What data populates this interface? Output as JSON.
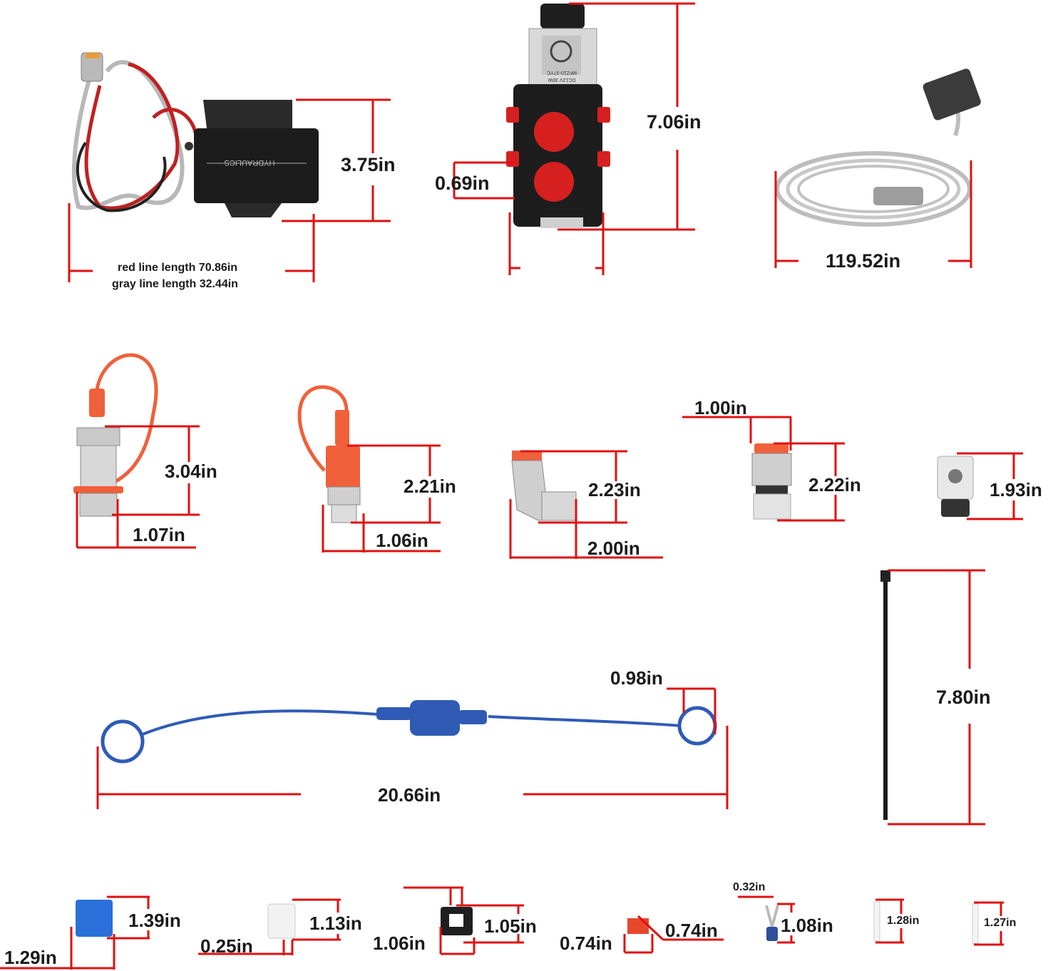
{
  "control_box": {
    "label": "HYDRAULICS",
    "height": "3.75in",
    "note_red": "red line length 70.86in",
    "note_gray": "gray line length 32.44in"
  },
  "valve": {
    "coil_text": [
      "MFZ10-37YC",
      "DC12V 36W"
    ],
    "height": "7.06in",
    "port": "0.69in"
  },
  "cable": {
    "length": "119.52in"
  },
  "coupler_female": {
    "height": "3.04in",
    "width": "1.07in"
  },
  "coupler_male": {
    "height": "2.21in",
    "width": "1.06in"
  },
  "elbow_fitting": {
    "height": "2.23in",
    "width": "2.00in"
  },
  "straight_fitting": {
    "top": "1.00in",
    "height": "2.22in"
  },
  "connector_plug": {
    "height": "1.93in"
  },
  "dust_cap_tether": {
    "ring": "0.98in",
    "length": "20.66in"
  },
  "zip_tie": {
    "length": "7.80in"
  },
  "small_parts": {
    "tap_connector": {
      "height": "1.39in",
      "width": "1.29in"
    },
    "white_clip": {
      "height": "1.13in",
      "width": "0.25in"
    },
    "gasket": {
      "height": "1.05in",
      "width": "1.06in"
    },
    "fuse": {
      "height": "0.74in",
      "width": "0.74in"
    },
    "fork_terminal": {
      "top": "0.32in",
      "height": "1.08in"
    },
    "clip_a": {
      "height": "1.28in"
    },
    "clip_b": {
      "height": "1.27in"
    }
  },
  "colors": {
    "dimension_line": "#e01010",
    "cap_orange": "#f0603a",
    "cap_blue": "#2f5bb5",
    "box_black": "#1c1c1c"
  }
}
